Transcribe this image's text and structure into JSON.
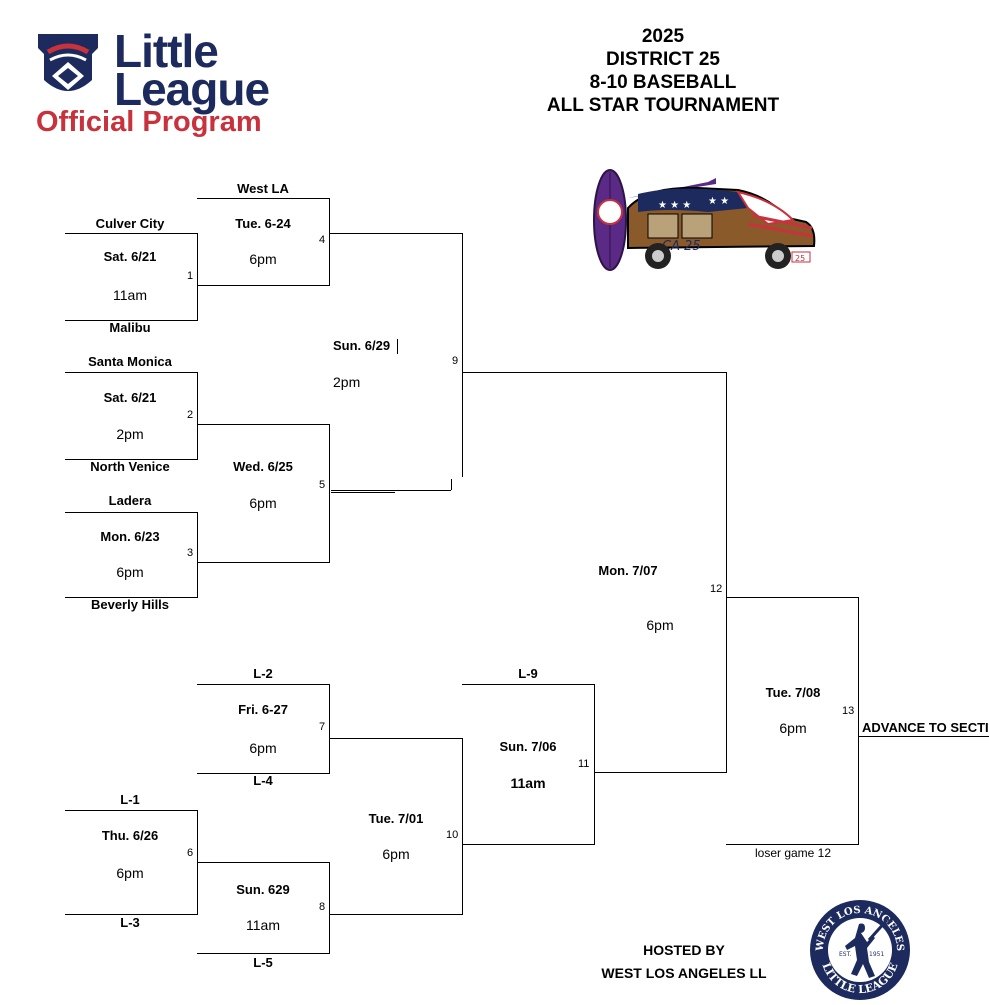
{
  "header": {
    "logo_line1": "Little",
    "logo_line2": "League",
    "logo_line3": "Official Program",
    "title_lines": [
      "2025",
      "DISTRICT 25",
      "8-10 BASEBALL",
      "ALL STAR TOURNAMENT"
    ]
  },
  "car_badge_text": "CA 25",
  "car_plate_text": "25",
  "teams": {
    "culver_city": "Culver City",
    "malibu": "Malibu",
    "santa_monica": "Santa Monica",
    "north_venice": "North Venice",
    "ladera": "Ladera",
    "beverly_hills": "Beverly Hills",
    "west_la": "West LA",
    "l2": "L-2",
    "l4": "L-4",
    "l1": "L-1",
    "l3": "L-3",
    "l5": "L-5",
    "l9": "L-9",
    "loser12": "loser game 12",
    "advance": "ADVANCE TO SECTIONALS"
  },
  "games": [
    {
      "number": "1",
      "date": "Sat. 6/21",
      "time": "11am"
    },
    {
      "number": "2",
      "date": "Sat. 6/21",
      "time": "2pm"
    },
    {
      "number": "3",
      "date": "Mon. 6/23",
      "time": "6pm"
    },
    {
      "number": "4",
      "date": "Tue. 6-24",
      "time": "6pm"
    },
    {
      "number": "5",
      "date": "Wed. 6/25",
      "time": "6pm"
    },
    {
      "number": "6",
      "date": "Thu. 6/26",
      "time": "6pm"
    },
    {
      "number": "7",
      "date": "Fri. 6-27",
      "time": "6pm"
    },
    {
      "number": "8",
      "date": "Sun. 629",
      "time": "11am"
    },
    {
      "number": "9",
      "date": "Sun. 6/29",
      "time": "2pm"
    },
    {
      "number": "10",
      "date": "Tue. 7/01",
      "time": "6pm"
    },
    {
      "number": "11",
      "date": "Sun. 7/06",
      "time": "11am"
    },
    {
      "number": "12",
      "date": "Mon. 7/07",
      "time": "6pm"
    },
    {
      "number": "13",
      "date": "Tue. 7/08",
      "time": "6pm"
    }
  ],
  "footer": {
    "hosted_line1": "HOSTED BY",
    "hosted_line2": "WEST LOS ANGELES LL",
    "seal_top": "WEST LOS ANGELES",
    "seal_bottom": "LITTLE LEAGUE",
    "seal_est": "EST.",
    "seal_year": "1951"
  },
  "colors": {
    "navy": "#1c2a5e",
    "red": "#c8323c",
    "purple": "#5b2a86",
    "wood": "#8a5a2b"
  }
}
